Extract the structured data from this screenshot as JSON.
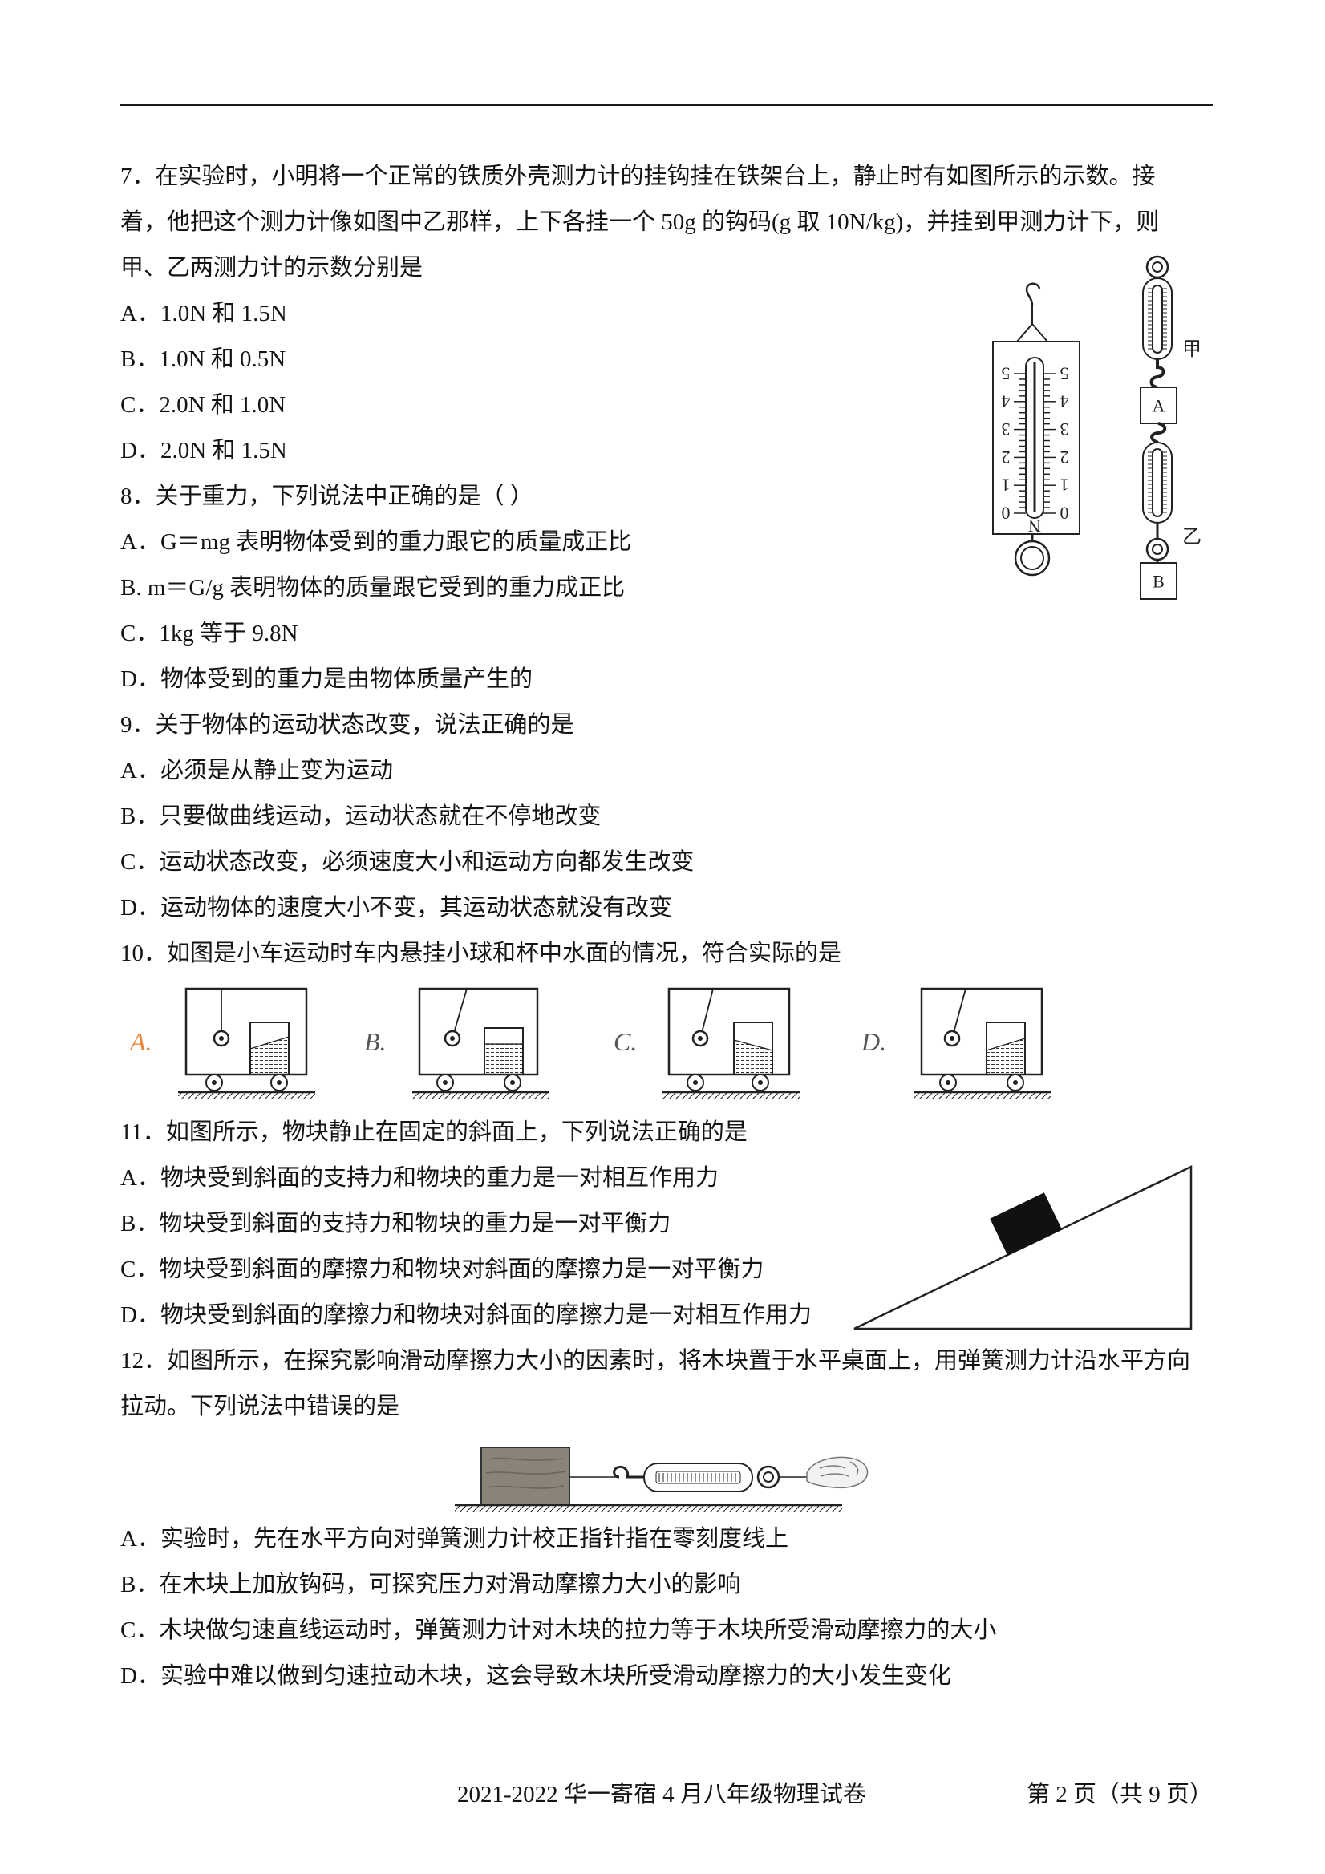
{
  "q7": {
    "stem": [
      "7．在实验时，小明将一个正常的铁质外壳测力计的挂钩挂在铁架台上，静止时有如图所示的示数。接",
      "着，他把这个测力计像如图中乙那样，上下各挂一个 50g 的钩码(g 取 10N/kg)，并挂到甲测力计下，则",
      "甲、乙两测力计的示数分别是"
    ],
    "options": [
      "A．1.0N 和 1.5N",
      "B．1.0N 和 0.5N",
      "C．2.0N 和 1.0N",
      "D．2.0N 和 1.5N"
    ]
  },
  "q8": {
    "stem": [
      "8．关于重力，下列说法中正确的是（ ）"
    ],
    "options": [
      "A．G＝mg 表明物体受到的重力跟它的质量成正比",
      "B. m＝G/g 表明物体的质量跟它受到的重力成正比",
      "C．1kg 等于 9.8N",
      "D．物体受到的重力是由物体质量产生的"
    ]
  },
  "q9": {
    "stem": [
      "9．关于物体的运动状态改变，说法正确的是"
    ],
    "options": [
      "A．必须是从静止变为运动",
      "B．只要做曲线运动，运动状态就在不停地改变",
      "C．运动状态改变，必须速度大小和运动方向都发生改变",
      "D．运动物体的速度大小不变，其运动状态就没有改变"
    ]
  },
  "q10": {
    "stem": [
      "10．如图是小车运动时车内悬挂小球和杯中水面的情况，符合实际的是"
    ]
  },
  "q11": {
    "stem": [
      "11．如图所示，物块静止在固定的斜面上，下列说法正确的是"
    ],
    "options": [
      "A．物块受到斜面的支持力和物块的重力是一对相互作用力",
      "B．物块受到斜面的支持力和物块的重力是一对平衡力",
      "C．物块受到斜面的摩擦力和物块对斜面的摩擦力是一对平衡力",
      "D．物块受到斜面的摩擦力和物块对斜面的摩擦力是一对相互作用力"
    ]
  },
  "q12": {
    "stem": [
      "12．如图所示，在探究影响滑动摩擦力大小的因素时，将木块置于水平桌面上，用弹簧测力计沿水平方向",
      "拉动。下列说法中错误的是"
    ],
    "options": [
      "A．实验时，先在水平方向对弹簧测力计校正指针指在零刻度线上",
      "B．在木块上加放钩码，可探究压力对滑动摩擦力大小的影响",
      "C．木块做匀速直线运动时，弹簧测力计对木块的拉力等于木块所受滑动摩擦力的大小",
      "D．实验中难以做到匀速拉动木块，这会导致木块所受滑动摩擦力的大小发生变化"
    ]
  },
  "figures": {
    "q7": {
      "scale_numbers": [
        "5",
        "4",
        "3",
        "2",
        "1",
        "0"
      ],
      "unit": "N",
      "label_jia": "甲",
      "label_yi": "乙",
      "block_a": "A",
      "block_b": "B"
    },
    "q10": {
      "labels": [
        "A.",
        "B.",
        "C.",
        "D."
      ],
      "label_a_color": "#e8883a",
      "label_color": "#555555"
    }
  },
  "footer": {
    "title": "2021-2022 华一寄宿 4 月八年级物理试卷",
    "page": "第 2 页（共 9 页）"
  }
}
